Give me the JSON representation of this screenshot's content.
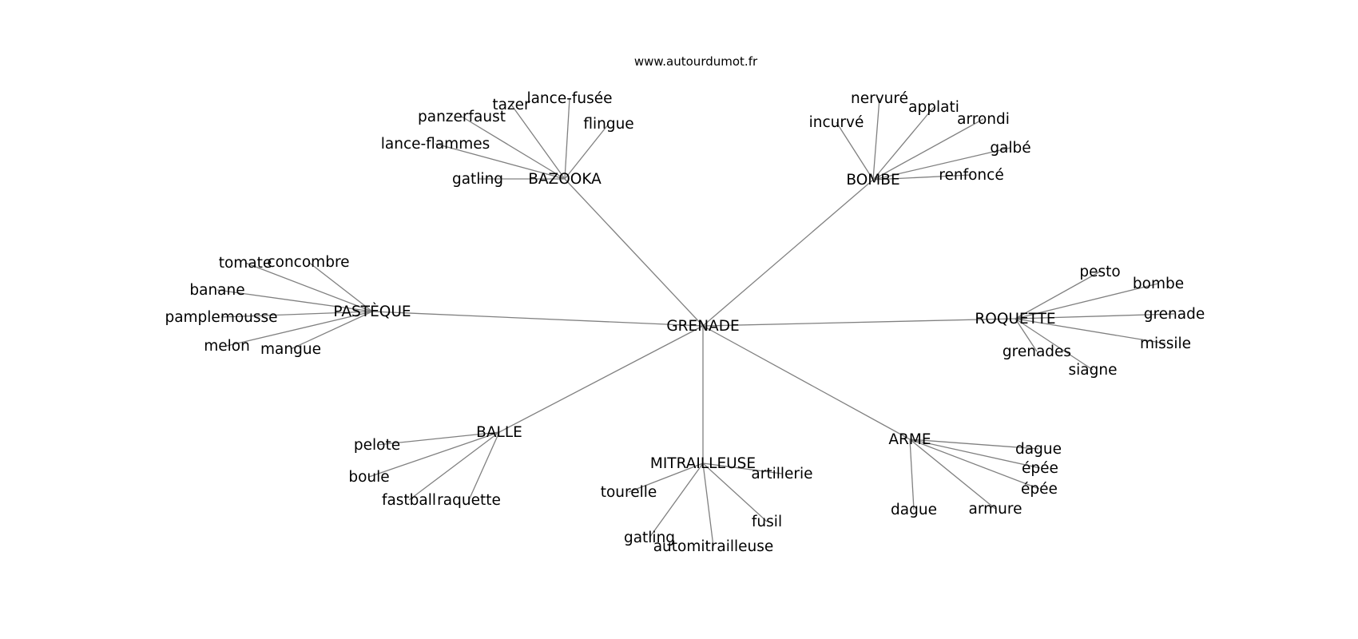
{
  "watermark": "www.autourdumot.fr",
  "chart_data": {
    "type": "diagram",
    "root": "GRENADE",
    "groups": [
      {
        "name": "BAZOOKA",
        "children": [
          "gatling",
          "lance-flammes",
          "panzerfaust",
          "tazer",
          "lance-fusée",
          "flingue"
        ]
      },
      {
        "name": "BOMBE",
        "children": [
          "incurvé",
          "nervuré",
          "applati",
          "arrondi",
          "galbé",
          "renfoncé"
        ]
      },
      {
        "name": "PASTÈQUE",
        "children": [
          "tomate",
          "concombre",
          "banane",
          "pamplemousse",
          "melon",
          "mangue"
        ]
      },
      {
        "name": "ROQUETTE",
        "children": [
          "pesto",
          "bombe",
          "grenade",
          "missile",
          "grenades",
          "siagne"
        ]
      },
      {
        "name": "BALLE",
        "children": [
          "pelote",
          "boule",
          "fastball",
          "raquette"
        ]
      },
      {
        "name": "MITRAILLEUSE",
        "children": [
          "tourelle",
          "artillerie",
          "gatling",
          "automitrailleuse",
          "fusil"
        ]
      },
      {
        "name": "ARME",
        "children": [
          "dague",
          "épée",
          "épée",
          "dague",
          "armure"
        ]
      }
    ]
  }
}
